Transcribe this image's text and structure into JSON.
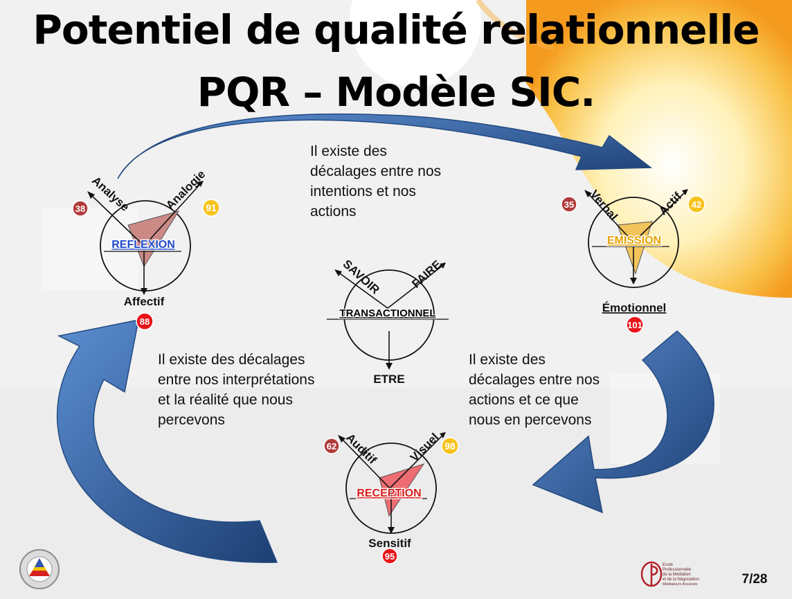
{
  "slide": {
    "title_line1": "Potentiel de qualité relationnelle",
    "title_line2": "PQR – Modèle SIC.",
    "page_number": "7/28"
  },
  "texts": {
    "intentions": [
      "Il existe des",
      "décalages entre nos",
      "intentions et nos",
      "actions"
    ],
    "interpretations": [
      "Il existe des décalages",
      "entre nos interprétations",
      "et la réalité que nous",
      "percevons"
    ],
    "percevons": [
      "Il existe des",
      "décalages entre nos",
      "actions et ce que",
      "nous en percevons"
    ]
  },
  "circles": {
    "reflexion": {
      "title": "REFLEXION",
      "title_color": "#1f49c8",
      "fill": "#cc8a87",
      "left_axis": "Analyse",
      "right_axis": "Analogie",
      "bottom_axis": "Affectif",
      "left_score": "38",
      "right_score": "91",
      "bottom_score": "88"
    },
    "emission": {
      "title": "EMISSION",
      "title_color": "#e6a200",
      "fill": "#f3c45c",
      "left_axis": "Verbal",
      "right_axis": "Actif",
      "bottom_axis": "Émotionnel",
      "left_score": "35",
      "right_score": "42",
      "bottom_score": "101"
    },
    "transactionnel": {
      "title": "TRANSACTIONNEL",
      "title_color": "#000000",
      "left_axis": "SAVOIR",
      "right_axis": "FAIRE",
      "bottom_axis": "ETRE"
    },
    "reception": {
      "title": "RECEPTION",
      "title_color": "#d81b1b",
      "fill": "#ee6d72",
      "left_axis": "Auditif",
      "right_axis": "Visuel",
      "bottom_axis": "Sensitif",
      "left_score": "62",
      "right_score": "98",
      "bottom_score": "95"
    }
  },
  "colors": {
    "arrow_blue": "#3d6fae",
    "badge_dark_red": "#b23a3a",
    "badge_yellow": "#f7c21a",
    "badge_red": "#e8141a"
  },
  "icons": {
    "left_logo": "neutralite-impartialite-seal-icon",
    "right_logo": "ecole-mediation-logo-icon"
  },
  "logo_text": [
    "Ecole",
    "Professionnelle",
    "de la Médiation",
    "et de la Négociation",
    "Médiateurs Associés"
  ]
}
